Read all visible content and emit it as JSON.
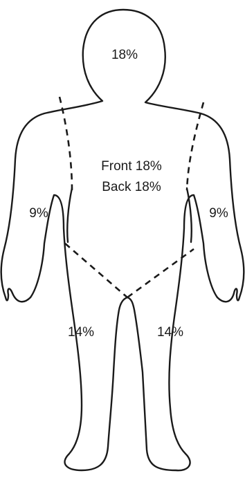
{
  "regions": {
    "head": "18%",
    "trunk_front": "Front 18%",
    "trunk_back": "Back 18%",
    "left_arm": "9%",
    "right_arm": "9%",
    "left_leg": "14%",
    "right_leg": "14%"
  }
}
